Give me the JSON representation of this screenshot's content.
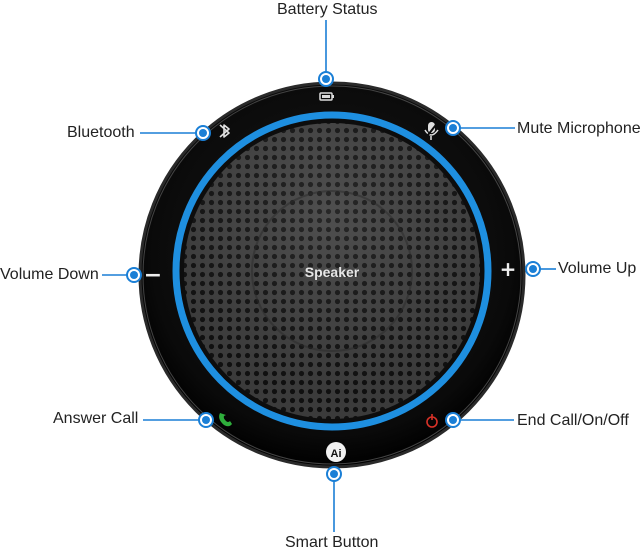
{
  "device": {
    "center_label": "Speaker",
    "ring_color": "#1e8fe0",
    "body_color": "#0c0c0c",
    "grille_color": "#3a3a3a"
  },
  "labels": {
    "battery_status": "Battery Status",
    "bluetooth": "Bluetooth",
    "mute_microphone": "Mute Microphone",
    "volume_down": "Volume Down",
    "volume_up": "Volume Up",
    "answer_call": "Answer Call",
    "end_call": "End Call/On/Off",
    "smart_button": "Smart Button"
  },
  "buttons": {
    "volume_down_glyph": "−",
    "volume_up_glyph": "+",
    "smart_glyph": "Ai"
  },
  "icons": {
    "battery": "battery-icon",
    "bluetooth": "bluetooth-icon",
    "mute": "microphone-icon",
    "answer": "phone-answer-icon",
    "end": "phone-end-icon",
    "smart": "ai-icon"
  },
  "callout_color": "#1a7fd6",
  "answer_color": "#2fae3c",
  "end_color": "#d83228"
}
